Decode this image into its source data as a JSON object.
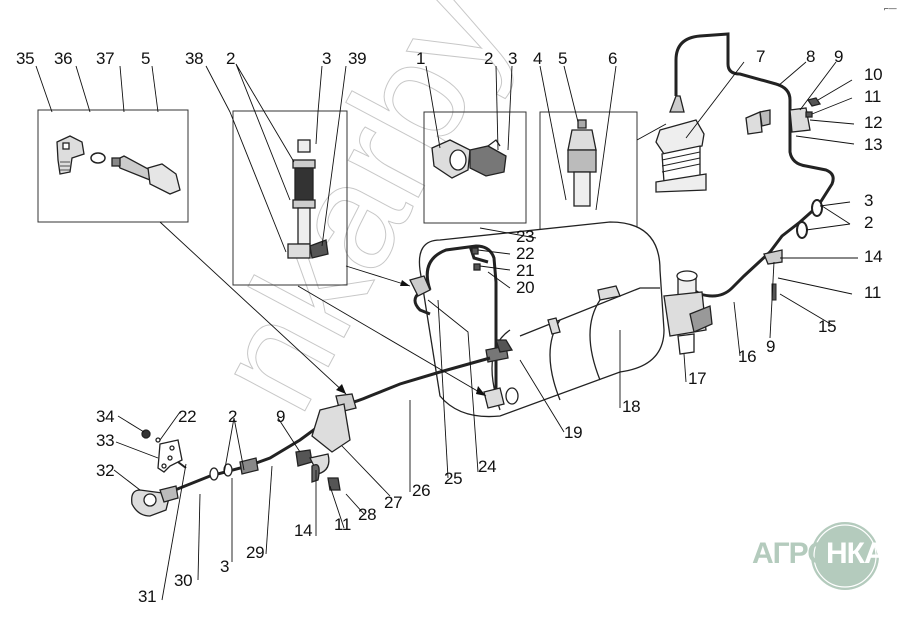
{
  "diagram": {
    "title": "Pneumatic brake system parts diagram",
    "callouts": {
      "top_left_box": [
        "35",
        "36",
        "37",
        "5"
      ],
      "top_middle_box": [
        "38",
        "2",
        "3",
        "39"
      ],
      "center_box_a": [
        "1",
        "2",
        "3"
      ],
      "center_box_b": [
        "4",
        "5",
        "6"
      ],
      "compressor": "7",
      "right_upper": [
        "8",
        "9",
        "10",
        "11",
        "12",
        "13"
      ],
      "right_middle": [
        "3",
        "2",
        "14",
        "11",
        "15",
        "9",
        "16",
        "17"
      ],
      "center_small_parts": [
        "23",
        "22",
        "21",
        "20"
      ],
      "receiver": [
        "18",
        "19"
      ],
      "center_lower": [
        "24",
        "25",
        "26",
        "27",
        "28",
        "11",
        "14"
      ],
      "left_lower": [
        "34",
        "22",
        "33",
        "32",
        "2",
        "9",
        "31",
        "30",
        "3",
        "29"
      ]
    },
    "labels": [
      {
        "id": "l35",
        "text": "35"
      },
      {
        "id": "l36",
        "text": "36"
      },
      {
        "id": "l37",
        "text": "37"
      },
      {
        "id": "l5a",
        "text": "5"
      },
      {
        "id": "l38",
        "text": "38"
      },
      {
        "id": "l2a",
        "text": "2"
      },
      {
        "id": "l3a",
        "text": "3"
      },
      {
        "id": "l39",
        "text": "39"
      },
      {
        "id": "l1",
        "text": "1"
      },
      {
        "id": "l2b",
        "text": "2"
      },
      {
        "id": "l3b",
        "text": "3"
      },
      {
        "id": "l4",
        "text": "4"
      },
      {
        "id": "l5b",
        "text": "5"
      },
      {
        "id": "l6",
        "text": "6"
      },
      {
        "id": "l7",
        "text": "7"
      },
      {
        "id": "l8",
        "text": "8"
      },
      {
        "id": "l9a",
        "text": "9"
      },
      {
        "id": "l10",
        "text": "10"
      },
      {
        "id": "l11a",
        "text": "11"
      },
      {
        "id": "l12",
        "text": "12"
      },
      {
        "id": "l13",
        "text": "13"
      },
      {
        "id": "l3c",
        "text": "3"
      },
      {
        "id": "l2c",
        "text": "2"
      },
      {
        "id": "l14a",
        "text": "14"
      },
      {
        "id": "l11b",
        "text": "11"
      },
      {
        "id": "l15",
        "text": "15"
      },
      {
        "id": "l9b",
        "text": "9"
      },
      {
        "id": "l16",
        "text": "16"
      },
      {
        "id": "l17",
        "text": "17"
      },
      {
        "id": "l18",
        "text": "18"
      },
      {
        "id": "l19",
        "text": "19"
      },
      {
        "id": "l23",
        "text": "23"
      },
      {
        "id": "l22a",
        "text": "22"
      },
      {
        "id": "l21",
        "text": "21"
      },
      {
        "id": "l20",
        "text": "20"
      },
      {
        "id": "l24",
        "text": "24"
      },
      {
        "id": "l25",
        "text": "25"
      },
      {
        "id": "l26",
        "text": "26"
      },
      {
        "id": "l27",
        "text": "27"
      },
      {
        "id": "l28",
        "text": "28"
      },
      {
        "id": "l11c",
        "text": "11"
      },
      {
        "id": "l14b",
        "text": "14"
      },
      {
        "id": "l34",
        "text": "34"
      },
      {
        "id": "l22b",
        "text": "22"
      },
      {
        "id": "l33",
        "text": "33"
      },
      {
        "id": "l32",
        "text": "32"
      },
      {
        "id": "l2d",
        "text": "2"
      },
      {
        "id": "l9c",
        "text": "9"
      },
      {
        "id": "l31",
        "text": "31"
      },
      {
        "id": "l30",
        "text": "30"
      },
      {
        "id": "l3d",
        "text": "3"
      },
      {
        "id": "l29",
        "text": "29"
      }
    ],
    "watermark": {
      "diagonal_text": "nkarby",
      "logo_left": "АГРО",
      "logo_right": "НКА",
      "logo_color": "#b4cbbd"
    },
    "corner_mark": "⌐—"
  }
}
